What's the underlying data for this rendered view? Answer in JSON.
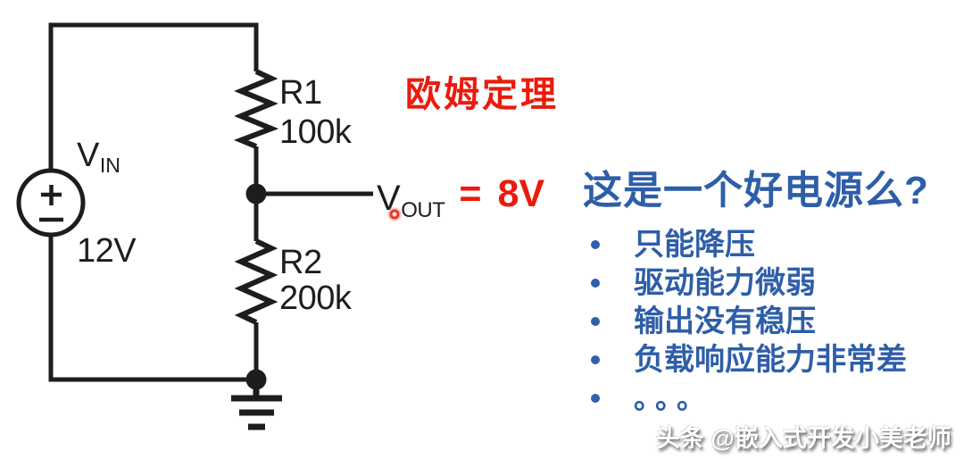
{
  "slide": {
    "red_title": "欧姆定理",
    "question": "这是一个好电源么?",
    "bullets": [
      "只能降压",
      "驱动能力微弱",
      "输出没有稳压",
      "负载响应能力非常差",
      "。。。"
    ],
    "watermark": "头条 @嵌入式开发小美老师",
    "colors": {
      "red_accent": "#ea1b0d",
      "blue_text": "#2e5ea8",
      "circuit_ink": "#1d1d1b",
      "background": "#ffffff"
    }
  },
  "circuit": {
    "source": {
      "label": "V",
      "label_sub": "IN",
      "value": "12V"
    },
    "r1": {
      "name": "R1",
      "value": "100k"
    },
    "r2": {
      "name": "R2",
      "value": "200k"
    },
    "output": {
      "label": "V",
      "label_sub": "OUT",
      "equals": "=",
      "value": "8V"
    }
  }
}
